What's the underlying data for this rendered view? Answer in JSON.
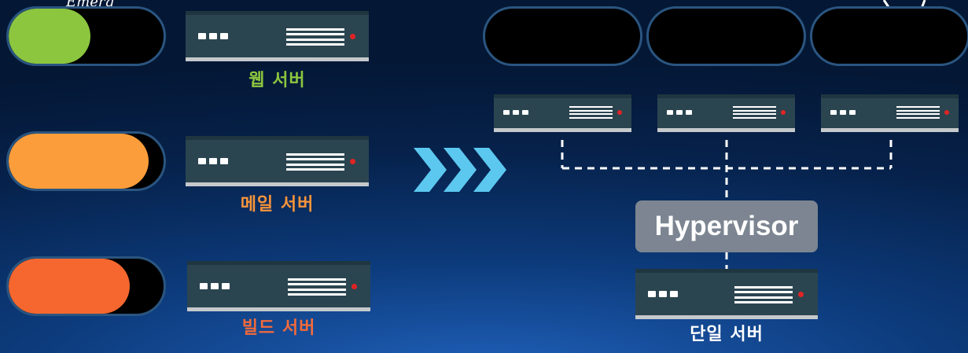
{
  "left_servers": [
    {
      "label": "웹 서버",
      "label_color": "#8cc63f",
      "toggle_color": "#8cc63f",
      "toggle_level": 0.5
    },
    {
      "label": "메일 서버",
      "label_color": "#f7943a",
      "toggle_color": "#fb9d3b",
      "toggle_level": 0.88
    },
    {
      "label": "빌드 서버",
      "label_color": "#f26a3a",
      "toggle_color": "#f6672f",
      "toggle_level": 0.76
    }
  ],
  "arrow": {
    "icon": "triple-chevron-right-icon",
    "color": "#5cc8f0"
  },
  "hypervisor": {
    "label": "Hypervisor"
  },
  "single_server": {
    "label": "단일 서버",
    "label_color": "#ffffff"
  },
  "corner_text": "Emerg",
  "colors": {
    "server_body": "#2b4550",
    "led": "#e02424",
    "dashed_line": "#ffffff"
  }
}
